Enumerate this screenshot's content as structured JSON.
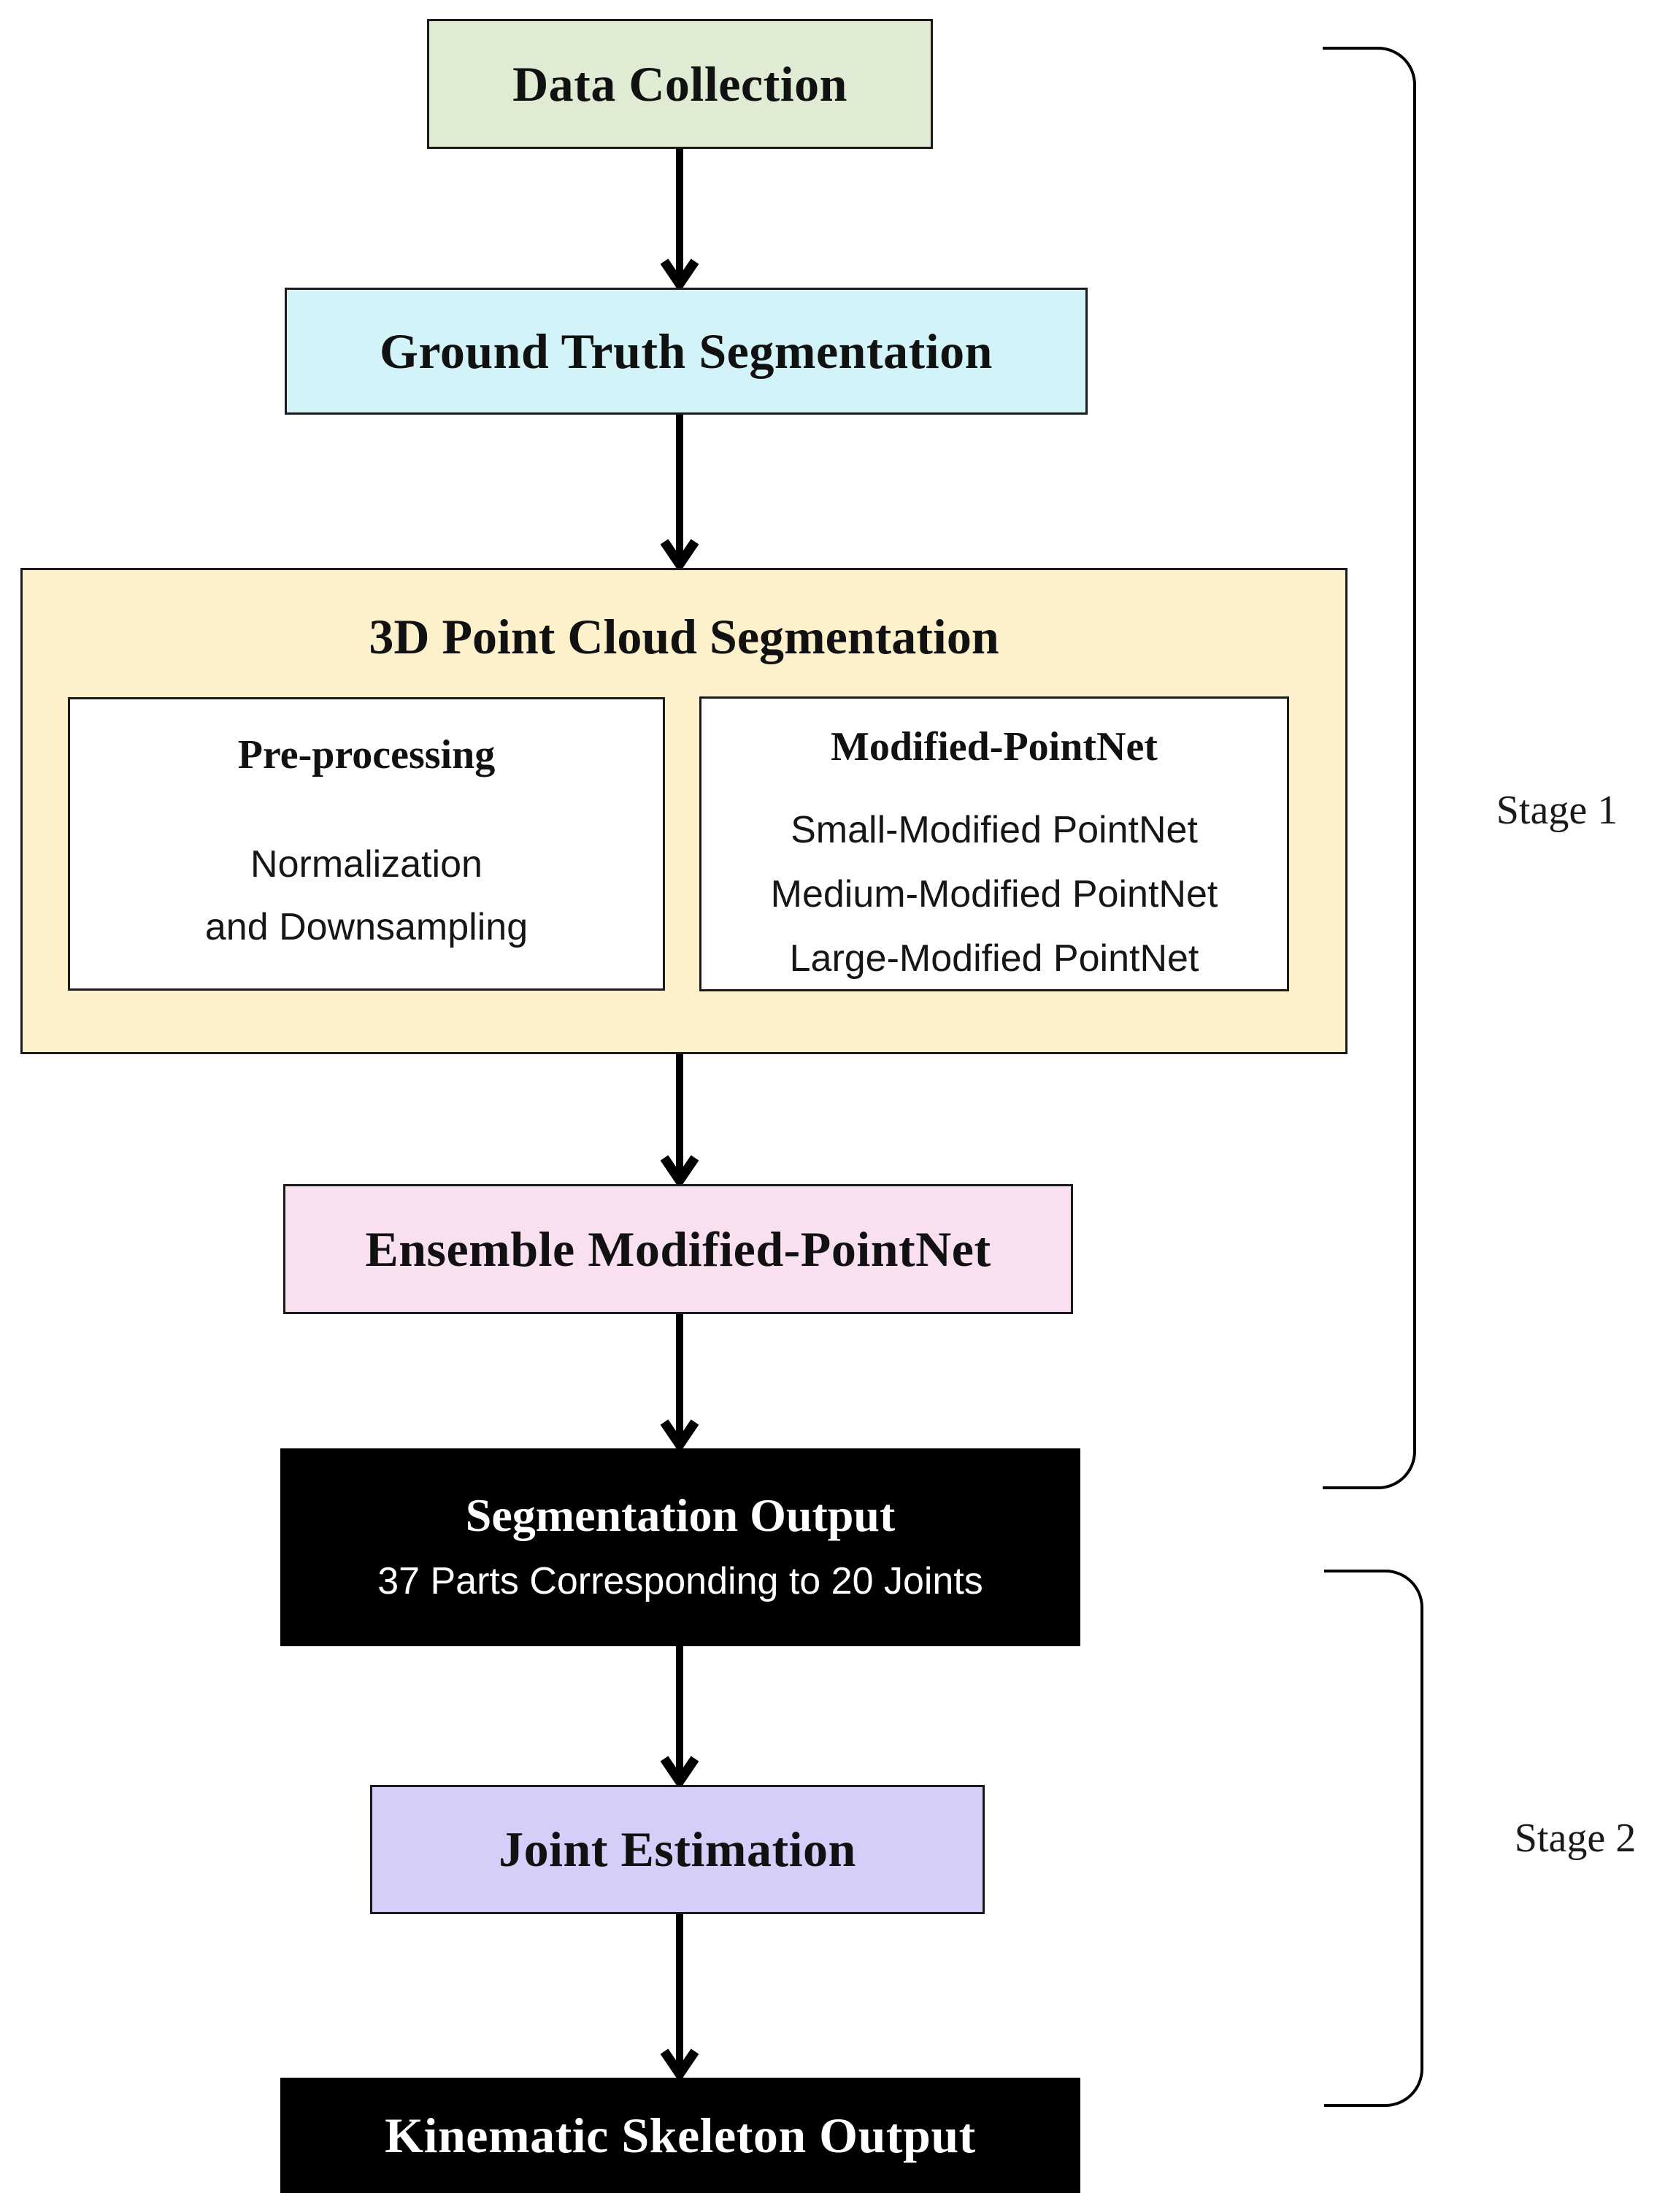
{
  "flow": {
    "data_collection": {
      "label": "Data Collection"
    },
    "ground_truth": {
      "label": "Ground Truth Segmentation"
    },
    "segmentation_group": {
      "title": "3D Point Cloud Segmentation",
      "preprocessing": {
        "title": "Pre-processing",
        "line1": "Normalization",
        "line2": "and Downsampling"
      },
      "modified_pointnet": {
        "title": "Modified-PointNet",
        "variants": [
          "Small-Modified PointNet",
          "Medium-Modified PointNet",
          "Large-Modified PointNet"
        ]
      }
    },
    "ensemble": {
      "label": "Ensemble Modified-PointNet"
    },
    "segmentation_output": {
      "title": "Segmentation Output",
      "subtitle": "37 Parts Corresponding to 20 Joints"
    },
    "joint_estimation": {
      "label": "Joint Estimation"
    },
    "kinematic_output": {
      "label": "Kinematic Skeleton Output"
    }
  },
  "stages": {
    "stage1": {
      "label": "Stage 1"
    },
    "stage2": {
      "label": "Stage 2"
    }
  },
  "colors": {
    "background": "#ffffff",
    "border": "#1a1a1a",
    "arrow": "#000000",
    "data_collection_bg": "#dfecd3",
    "ground_truth_bg": "#d2f4f8",
    "segmentation_group_bg": "#fdf1cb",
    "subbox_bg": "#ffffff",
    "ensemble_bg": "#f8e0f1",
    "output_bg": "#000000",
    "output_text": "#ffffff",
    "joint_estimation_bg": "#d3cff8",
    "stage_label_color": "#1a1a1a"
  }
}
